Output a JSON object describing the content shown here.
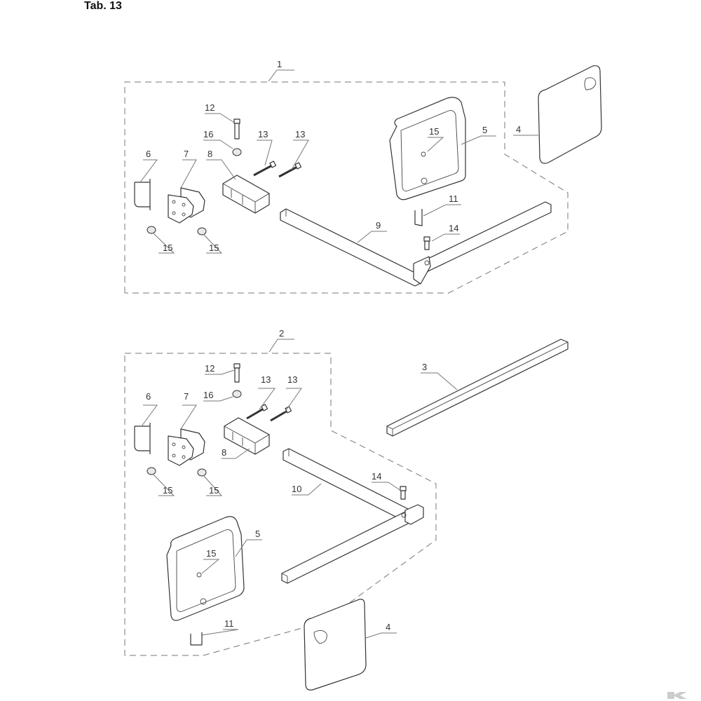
{
  "title": "Tab. 13",
  "callouts": {
    "g1_1": "1",
    "g1_4": "4",
    "g1_5": "5",
    "g1_6": "6",
    "g1_7": "7",
    "g1_8": "8",
    "g1_9": "9",
    "g1_11": "11",
    "g1_12": "12",
    "g1_13a": "13",
    "g1_13b": "13",
    "g1_14": "14",
    "g1_15a": "15",
    "g1_15b": "15",
    "g1_15c": "15",
    "g1_16": "16",
    "g2_2": "2",
    "g2_3": "3",
    "g2_4": "4",
    "g2_5": "5",
    "g2_6": "6",
    "g2_7": "7",
    "g2_8": "8",
    "g2_10": "10",
    "g2_11": "11",
    "g2_12": "12",
    "g2_13a": "13",
    "g2_13b": "13",
    "g2_14": "14",
    "g2_15a": "15",
    "g2_15b": "15",
    "g2_15c": "15",
    "g2_16": "16"
  },
  "colors": {
    "line": "#333333",
    "leader": "#777777",
    "text": "#333333"
  },
  "icons": {
    "logo": "brand-k-logo-icon"
  }
}
